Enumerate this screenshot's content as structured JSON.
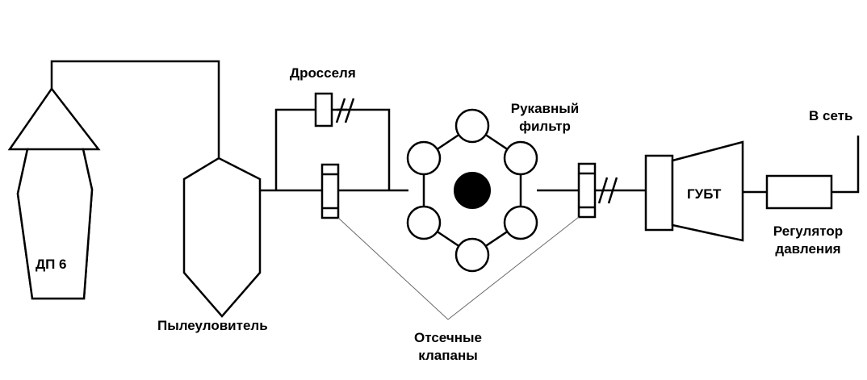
{
  "labels": {
    "blast_furnace": "ДП 6",
    "dust_catcher": "Пылеуловитель",
    "throttles": "Дросселя",
    "bag_filter": "Рукавный фильтр",
    "shutoff_valves": "Отсечные клапаны",
    "gubt": "ГУБТ",
    "pressure_regulator": "Регулятор давления",
    "to_network": "В сеть"
  },
  "colors": {
    "line": "#000000",
    "leader": "#6a6a6a",
    "background": "#ffffff"
  }
}
